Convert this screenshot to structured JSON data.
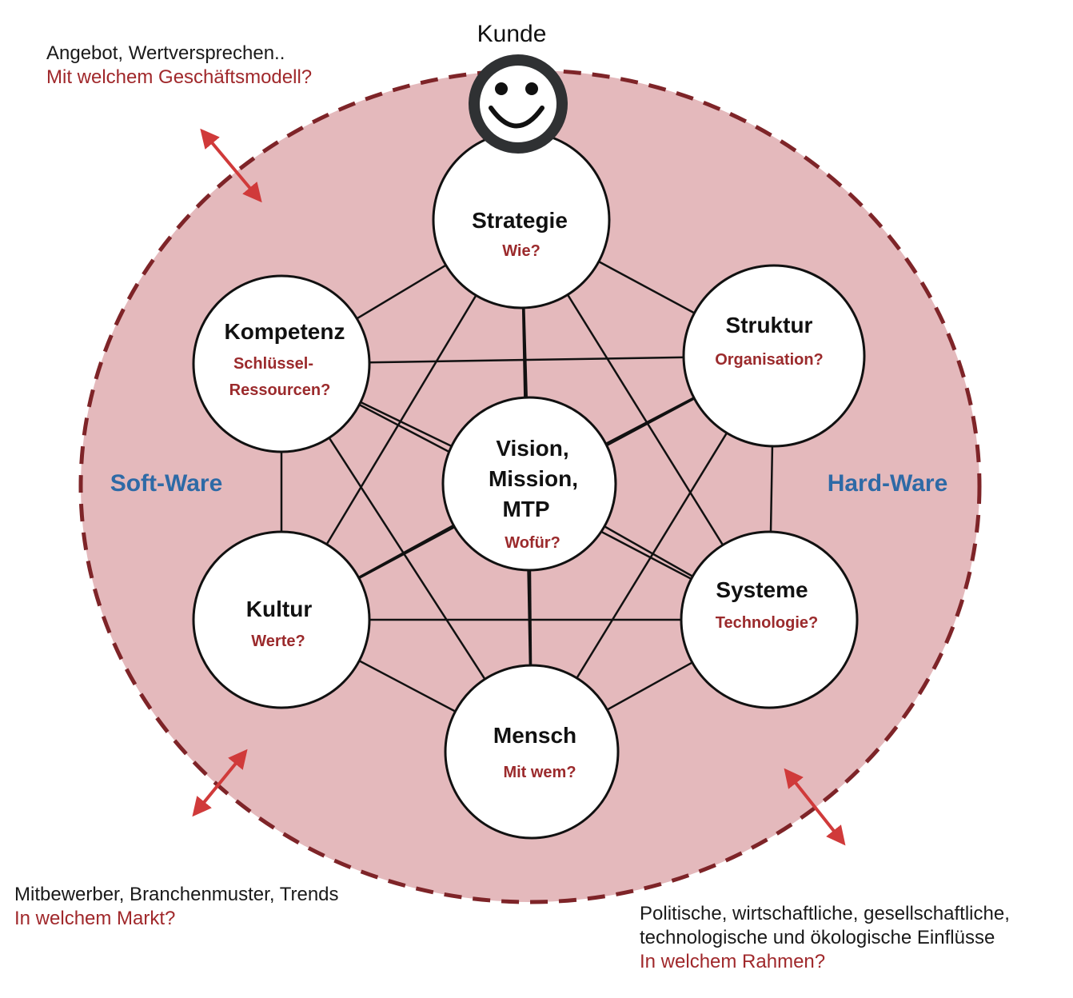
{
  "customer": {
    "label": "Kunde",
    "icon": "smiley-face-icon"
  },
  "colors": {
    "field_fill": "#e4b9bc",
    "dashed_border": "#7e2428",
    "question_red": "#9b2a2c",
    "side_label_blue": "#2e6aa6",
    "arrow_red": "#d03a3a"
  },
  "nodes": {
    "strategie": {
      "title": "Strategie",
      "question": "Wie?"
    },
    "kompetenz": {
      "title": "Kompetenz",
      "question_lines": [
        "Schlüssel-",
        "Ressourcen?"
      ]
    },
    "struktur": {
      "title": "Struktur",
      "question": "Organisation?"
    },
    "vision": {
      "title_lines": [
        "Vision,",
        "Mission,",
        "MTP"
      ],
      "question": "Wofür?"
    },
    "kultur": {
      "title": "Kultur",
      "question": "Werte?"
    },
    "systeme": {
      "title": "Systeme",
      "question": "Technologie?"
    },
    "mensch": {
      "title": "Mensch",
      "question": "Mit wem?"
    }
  },
  "side_labels": {
    "left": "Soft-Ware",
    "right": "Hard-Ware"
  },
  "corners": {
    "top_left": {
      "line1": "Angebot, Wertversprechen..",
      "question": "Mit welchem Geschäftsmodell?"
    },
    "bottom_left": {
      "line1": "Mitbewerber, Branchenmuster, Trends",
      "question": "In welchem Markt?"
    },
    "bottom_right": {
      "line1": "Politische, wirtschaftliche, gesellschaftliche,",
      "line2": "technologische und ökologische Einflüsse",
      "question": "In welchem Rahmen?"
    }
  }
}
